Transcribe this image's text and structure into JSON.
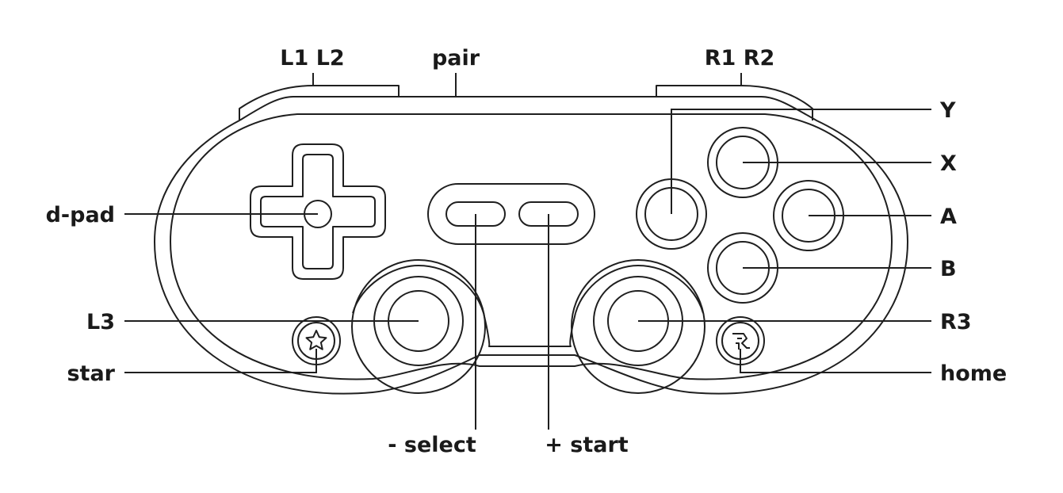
{
  "labels": {
    "l1l2": "L1 L2",
    "pair": "pair",
    "r1r2": "R1 R2",
    "y": "Y",
    "x": "X",
    "a": "A",
    "b": "B",
    "dpad": "d-pad",
    "l3": "L3",
    "star": "star",
    "r3": "R3",
    "home": "home",
    "select": "- select",
    "start": "+ start"
  },
  "colors": {
    "line": "#1f1f1f",
    "text": "#1a1a1a",
    "background": "#ffffff"
  },
  "icons": {
    "star_button": "star-icon",
    "home_button": "home-logo-icon"
  }
}
